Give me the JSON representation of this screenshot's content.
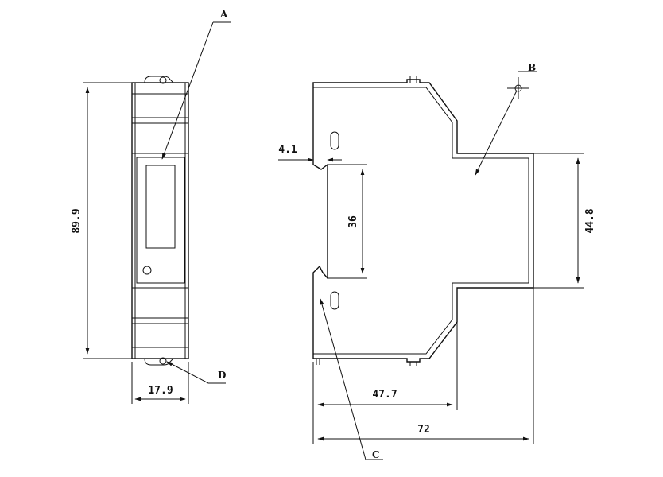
{
  "callouts": {
    "a": "A",
    "b": "B",
    "c": "C",
    "d": "D"
  },
  "dimensions": {
    "height_front": "89.9",
    "width_front": "17.9",
    "rail_slot_offset": "4.1",
    "rail_span": "36",
    "side_height": "44.8",
    "depth_rear": "47.7",
    "depth_total": "72"
  }
}
